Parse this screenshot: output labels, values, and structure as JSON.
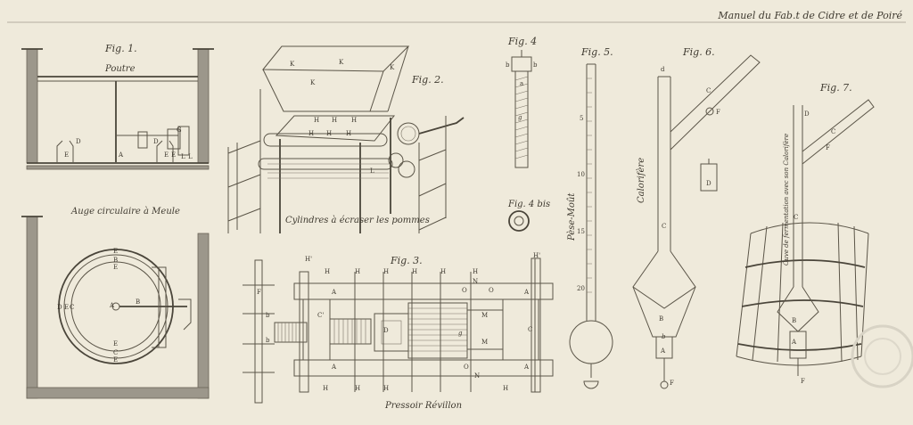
{
  "header": "Manuel du Fab.t de Cidre et de Poiré",
  "figures": {
    "fig1": {
      "label": "Fig. 1.",
      "beam": "Poutre",
      "caption": "Auge circulaire à Meule"
    },
    "fig2": {
      "label": "Fig. 2.",
      "caption": "Cylindres à écraser les pommes"
    },
    "fig3": {
      "label": "Fig. 3.",
      "caption": "Pressoir Révillon"
    },
    "fig4": {
      "label": "Fig. 4",
      "label_bis": "Fig. 4 bis"
    },
    "fig5": {
      "label": "Fig. 5.",
      "scale_name": "Pèse-Moût",
      "ticks": [
        "5",
        "10",
        "15",
        "20"
      ]
    },
    "fig6": {
      "label": "Fig. 6.",
      "vertical": "Calorifère"
    },
    "fig7": {
      "label": "Fig. 7.",
      "vertical": "Cuve de fermentation avec son Calorifère"
    }
  },
  "letters": {
    "fig1_top": [
      "D",
      "E",
      "A",
      "D",
      "E",
      "G",
      "E",
      "L",
      "L"
    ],
    "fig1_plan": [
      "E",
      "B",
      "E",
      "A",
      "B",
      "D",
      "E",
      "C",
      "E",
      "C",
      "E"
    ],
    "fig2": [
      "K",
      "K",
      "K",
      "K",
      "H",
      "H",
      "H",
      "H",
      "H",
      "H",
      "L"
    ],
    "fig3": [
      "H'",
      "H",
      "H",
      "H",
      "H",
      "H",
      "H",
      "O",
      "N",
      "O",
      "A",
      "H'",
      "F",
      "b",
      "b",
      "A",
      "C'",
      "D",
      "g",
      "M",
      "M",
      "C",
      "A",
      "A",
      "H",
      "H",
      "H",
      "O",
      "N",
      "H"
    ],
    "fig4": [
      "b",
      "a",
      "b",
      "g"
    ],
    "fig6": [
      "d",
      "C",
      "F",
      "D",
      "C",
      "B",
      "b",
      "A",
      "F"
    ],
    "fig7": [
      "D",
      "C",
      "F",
      "C",
      "B",
      "A",
      "F"
    ]
  },
  "colors": {
    "paper": "#efeadb",
    "ink": "#4a453a",
    "wall_fill": "#9c978b"
  }
}
